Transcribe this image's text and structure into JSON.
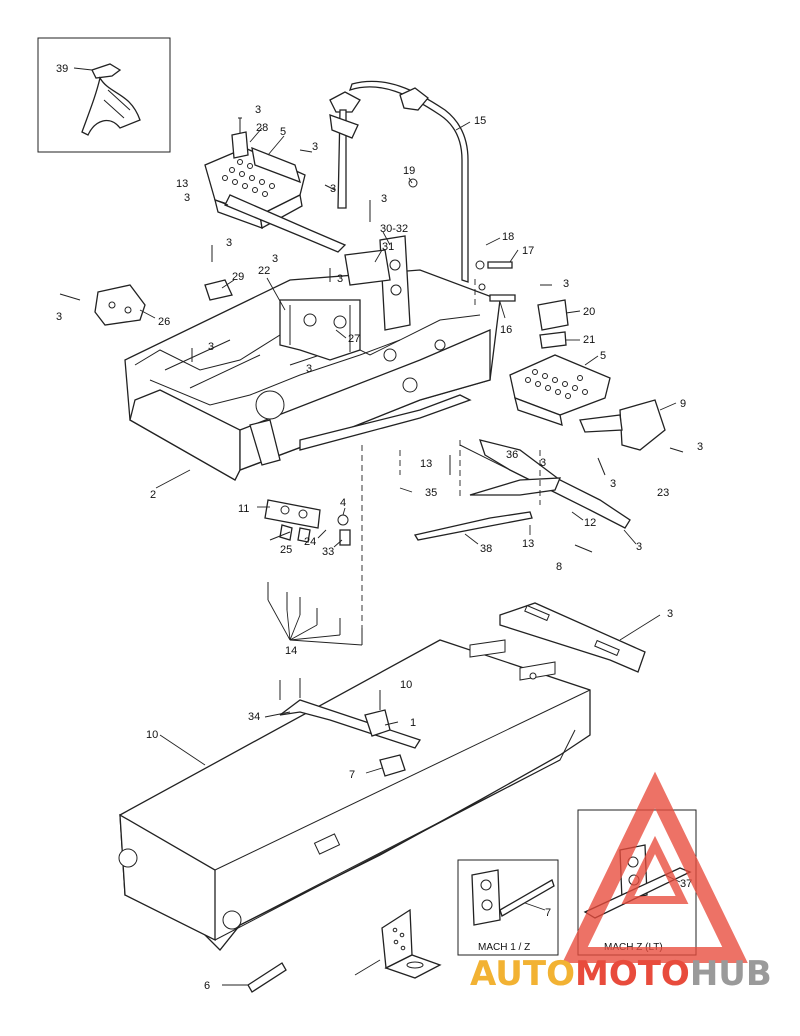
{
  "diagram": {
    "callouts": [
      {
        "id": "c39",
        "text": "39"
      },
      {
        "id": "c3a",
        "text": "3"
      },
      {
        "id": "c28",
        "text": "28"
      },
      {
        "id": "c5a",
        "text": "5"
      },
      {
        "id": "c3b",
        "text": "3"
      },
      {
        "id": "c13a",
        "text": "13"
      },
      {
        "id": "c3c",
        "text": "3"
      },
      {
        "id": "c3d",
        "text": "3"
      },
      {
        "id": "c3e",
        "text": "3"
      },
      {
        "id": "c15",
        "text": "15"
      },
      {
        "id": "c19",
        "text": "19"
      },
      {
        "id": "c3f",
        "text": "3"
      },
      {
        "id": "c3032",
        "text": "30-32"
      },
      {
        "id": "c31",
        "text": "31"
      },
      {
        "id": "c18",
        "text": "18"
      },
      {
        "id": "c17",
        "text": "17"
      },
      {
        "id": "c3g",
        "text": "3"
      },
      {
        "id": "c3h",
        "text": "3"
      },
      {
        "id": "c22",
        "text": "22"
      },
      {
        "id": "c29",
        "text": "29"
      },
      {
        "id": "c3i",
        "text": "3"
      },
      {
        "id": "c26",
        "text": "26"
      },
      {
        "id": "c3j",
        "text": "3"
      },
      {
        "id": "c27",
        "text": "27"
      },
      {
        "id": "c3k",
        "text": "3"
      },
      {
        "id": "c16",
        "text": "16"
      },
      {
        "id": "c20",
        "text": "20"
      },
      {
        "id": "c21",
        "text": "21"
      },
      {
        "id": "c5b",
        "text": "5"
      },
      {
        "id": "c9",
        "text": "9"
      },
      {
        "id": "c3l",
        "text": "3"
      },
      {
        "id": "c3m",
        "text": "3"
      },
      {
        "id": "c3n",
        "text": "3"
      },
      {
        "id": "c36",
        "text": "36"
      },
      {
        "id": "c3o",
        "text": "3"
      },
      {
        "id": "c13b",
        "text": "13"
      },
      {
        "id": "c35",
        "text": "35"
      },
      {
        "id": "c2",
        "text": "2"
      },
      {
        "id": "c23",
        "text": "23"
      },
      {
        "id": "c11",
        "text": "11"
      },
      {
        "id": "c4",
        "text": "4"
      },
      {
        "id": "c12",
        "text": "12"
      },
      {
        "id": "c3p",
        "text": "3"
      },
      {
        "id": "c25",
        "text": "25"
      },
      {
        "id": "c24",
        "text": "24"
      },
      {
        "id": "c33",
        "text": "33"
      },
      {
        "id": "c38",
        "text": "38"
      },
      {
        "id": "c13c",
        "text": "13"
      },
      {
        "id": "c8",
        "text": "8"
      },
      {
        "id": "c3q",
        "text": "3"
      },
      {
        "id": "c14",
        "text": "14"
      },
      {
        "id": "c10a",
        "text": "10"
      },
      {
        "id": "c34",
        "text": "34"
      },
      {
        "id": "c1",
        "text": "1"
      },
      {
        "id": "c10b",
        "text": "10"
      },
      {
        "id": "c7a",
        "text": "7"
      },
      {
        "id": "c7b",
        "text": "7"
      },
      {
        "id": "c37",
        "text": "37"
      },
      {
        "id": "c6",
        "text": "6"
      }
    ],
    "insets": [
      {
        "id": "inset1",
        "caption": "MACH 1 / Z"
      },
      {
        "id": "inset2",
        "caption": "MACH Z (LT)"
      }
    ]
  },
  "watermark": {
    "part1": "AUTO",
    "part2": "MOTO",
    "part3": "HUB",
    "color1": "#f2b233",
    "color2": "#e84b3c",
    "color3": "#9a9a9a"
  }
}
